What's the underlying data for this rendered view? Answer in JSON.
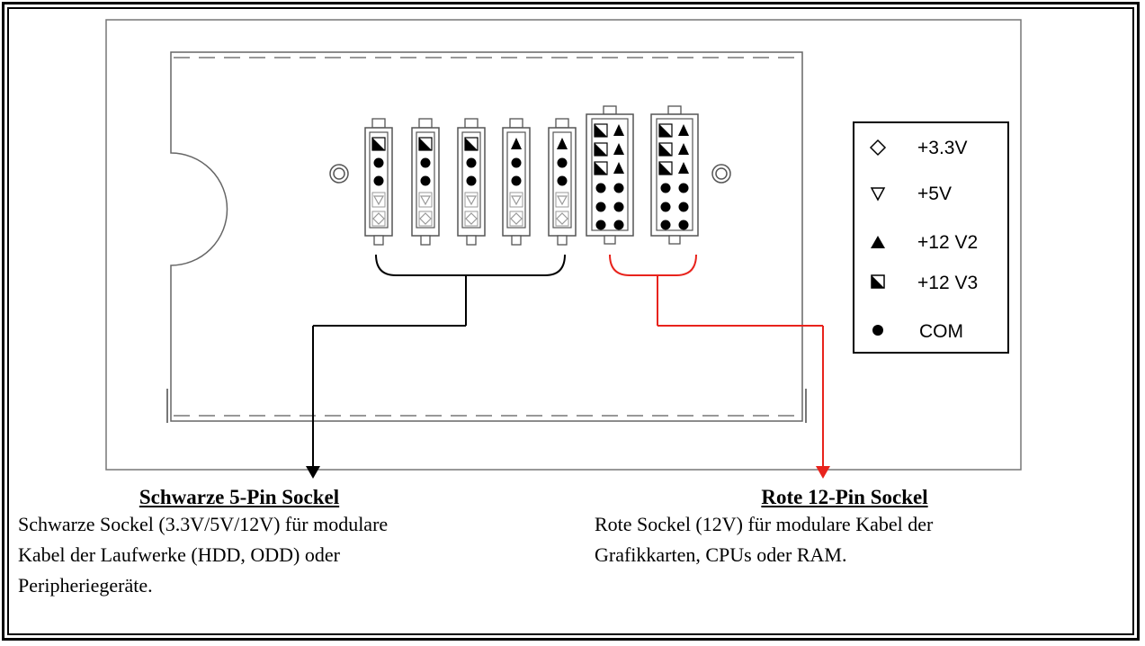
{
  "legend": [
    {
      "symbol": "diamond-outline-icon",
      "label": "+3.3V"
    },
    {
      "symbol": "triangle-down-outline-icon",
      "label": "+5V"
    },
    {
      "symbol": "triangle-up-filled-icon",
      "label": "+12 V2"
    },
    {
      "symbol": "half-square-icon",
      "label": "+12 V3"
    },
    {
      "symbol": "filled-dot-icon",
      "label": "COM"
    }
  ],
  "black_sockets": {
    "heading": "Schwarze 5-Pin Sockel",
    "description_lines": [
      "Schwarze Sockel (3.3V/5V/12V) für modulare",
      "Kabel der Laufwerke (HDD, ODD) oder",
      "Peripheriegeräte."
    ],
    "connector_color": "#000000"
  },
  "red_sockets": {
    "heading": "Rote 12-Pin Sockel",
    "description_lines": [
      "Rote Sockel (12V) für modulare Kabel der",
      "Grafikkarten, CPUs oder RAM."
    ],
    "connector_color": "#e8231c"
  }
}
